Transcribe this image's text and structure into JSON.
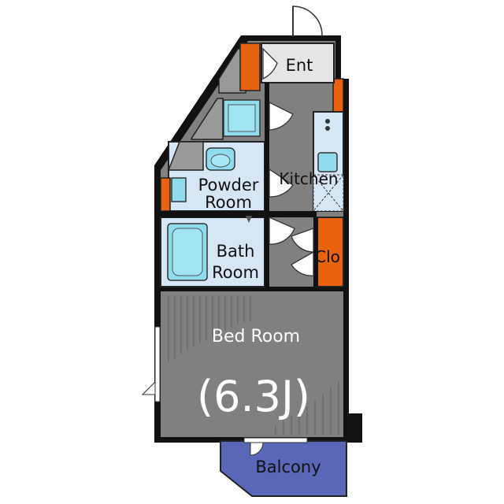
{
  "rooms": {
    "entrance": "Ent",
    "kitchen": "Kitchen",
    "powder_room_line1": "Powder",
    "powder_room_line2": "Room",
    "bath_room_line1": "Bath",
    "bath_room_line2": "Room",
    "closet": "Clo",
    "bed_room": "Bed Room",
    "bed_room_size": "(6.3J)",
    "balcony": "Balcony"
  },
  "colors": {
    "floor": "#808080",
    "wall": "#111111",
    "wet_area": "#d6e6f5",
    "fixture": "#8fdcef",
    "storage": "#e8620f",
    "balcony": "#5a66b8",
    "outline": "#222222"
  },
  "icons": [
    "door-swing-icon",
    "bathtub-icon",
    "toilet-icon",
    "washbasin-icon",
    "washing-machine-pan-icon",
    "sink-icon",
    "stove-icon"
  ]
}
